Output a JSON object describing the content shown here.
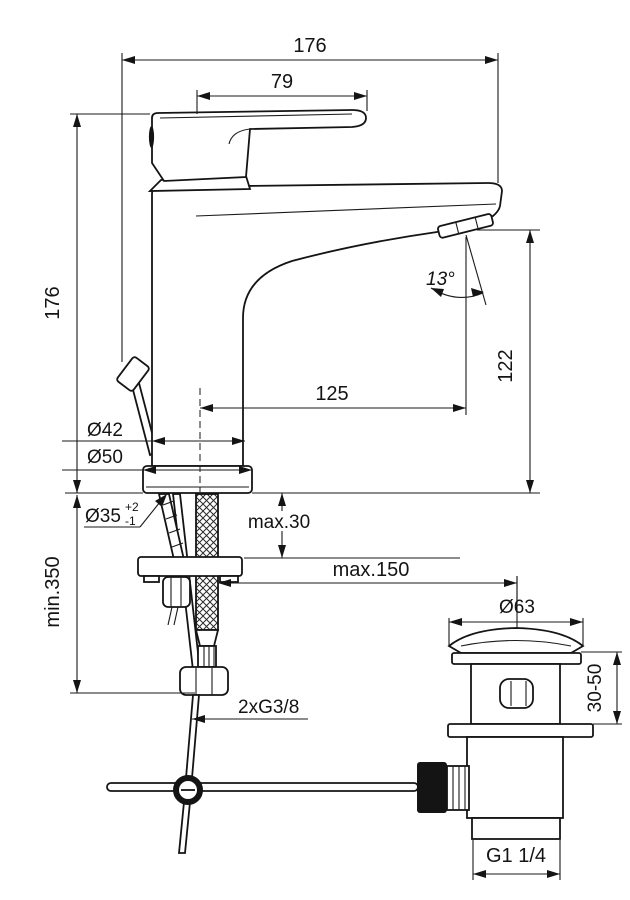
{
  "drawing": {
    "title": "Single-lever basin mixer with pop-up waste — dimensional drawing",
    "dimensions": {
      "total_width": "176",
      "lever_length": "79",
      "body_height": "176",
      "spout_height": "122",
      "spout_reach": "125",
      "spout_angle": "13°",
      "body_diameter": "Ø42",
      "base_diameter": "Ø50",
      "hole_diameter": "Ø35",
      "hole_tolerance_plus": "+2",
      "hole_tolerance_minus": "-1",
      "deck_thickness_max": "max.30",
      "hose_reach_max": "max.150",
      "hose_length_min": "min.350",
      "supply_connection": "2xG3/8",
      "waste_flange_diameter": "Ø63",
      "waste_clamp_range": "30-50",
      "waste_thread": "G1 1/4"
    },
    "colors": {
      "line": "#141414",
      "background": "#ffffff"
    }
  }
}
